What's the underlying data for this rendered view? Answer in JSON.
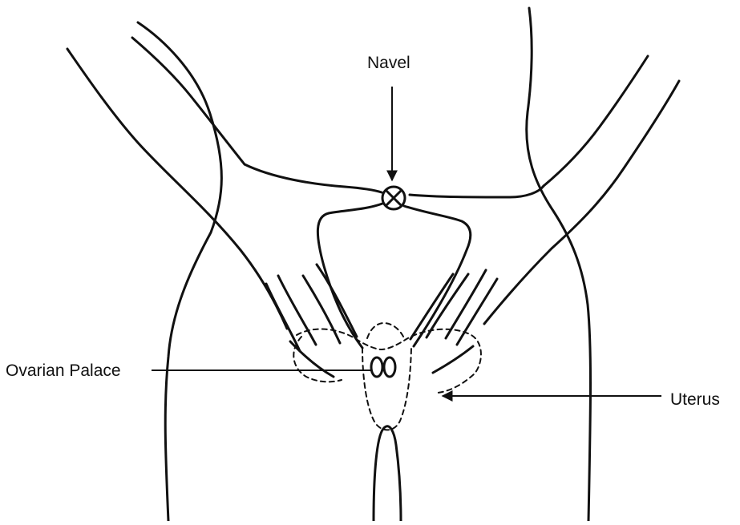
{
  "labels": {
    "navel": "Navel",
    "ovarian_palace": "Ovarian Palace",
    "uterus": "Uterus"
  },
  "colors": {
    "line": "#111111",
    "background": "#ffffff"
  }
}
